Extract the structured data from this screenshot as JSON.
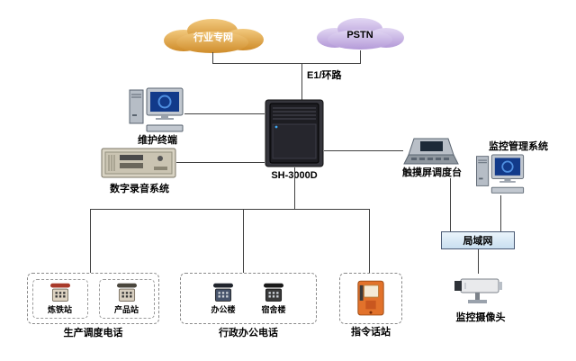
{
  "diagram": {
    "clouds": {
      "industry": {
        "label": "行业专网",
        "color": "#d99b33"
      },
      "pstn": {
        "label": "PSTN",
        "color": "#c2aede"
      }
    },
    "links": {
      "e1_label": "E1/环路"
    },
    "nodes": {
      "maintenance_terminal": {
        "label": "维护终端"
      },
      "recording_system": {
        "label": "数字录音系统"
      },
      "switch": {
        "label": "SH-3000D"
      },
      "touch_console": {
        "label": "触摸屏调度台"
      },
      "monitor_system": {
        "label": "监控管理系统"
      },
      "lan": {
        "label": "局域网"
      },
      "camera": {
        "label": "监控摄像头"
      }
    },
    "groups": {
      "production": {
        "label": "生产调度电话",
        "stations": [
          "炼铁站",
          "产品站"
        ]
      },
      "admin": {
        "label": "行政办公电话",
        "stations": [
          "办公楼",
          "宿舍楼"
        ]
      },
      "command": {
        "label": "指令话站"
      }
    },
    "colors": {
      "industry_cloud": "#d99b33",
      "pstn_cloud": "#c2aede",
      "command_station": "#e2722b",
      "lan_fill": "#d6e8f5",
      "line": "#404040"
    },
    "icons": {
      "industry-cloud-icon": "cloud-shape",
      "pstn-cloud-icon": "cloud-shape",
      "pbx-cabinet-icon": "server-cabinet-shape",
      "maintenance-computer-icon": "desktop-pc-shape",
      "monitor-computer-icon": "desktop-pc-shape",
      "recorder-icon": "rack-pc-shape",
      "touch-console-icon": "console-shape",
      "camera-icon": "cctv-camera-shape",
      "phone-icon": "telephone-shape",
      "command-station-icon": "wall-phone-shape"
    }
  }
}
